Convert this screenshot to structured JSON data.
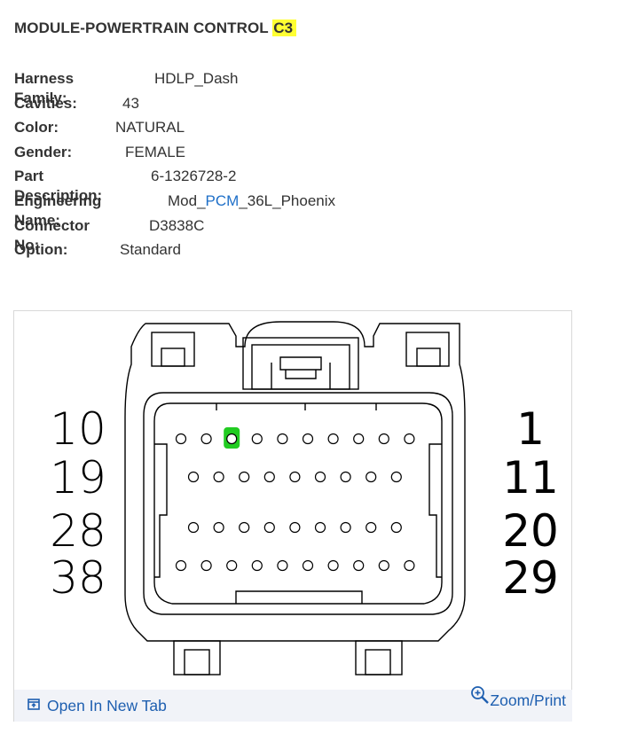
{
  "header": {
    "title_prefix": "MODULE-POWERTRAIN CONTROL",
    "title_connector": "C3"
  },
  "properties": [
    {
      "label": "Harness Family:",
      "value": "HDLP_Dash"
    },
    {
      "label": "Cavities:",
      "value": "43"
    },
    {
      "label": "Color:",
      "value": "NATURAL"
    },
    {
      "label": "Gender:",
      "value": "FEMALE"
    },
    {
      "label": "Part Description:",
      "value": "6-1326728-2"
    },
    {
      "label": "Engineering Name:",
      "value_pre": "Mod_",
      "value_link": "PCM",
      "value_post": "_36L_Phoenix"
    },
    {
      "label": "Connector No:",
      "value": "D3838C"
    },
    {
      "label": "Option:",
      "value": "Standard"
    }
  ],
  "diagram": {
    "left_labels": [
      "10",
      "19",
      "28",
      "38"
    ],
    "right_labels": [
      "1",
      "11",
      "20",
      "29"
    ],
    "highlight_color": "#22cc22",
    "highlighted_pin_row": 1,
    "highlighted_pin_index": 3
  },
  "footer": {
    "open_tab_label": "Open In New Tab",
    "zoom_label": "Zoom/Print"
  },
  "colors": {
    "link": "#1e5fb0",
    "title_highlight": "#ffff33"
  },
  "icons": {
    "open_tab": "open-in-new-tab-icon",
    "zoom": "zoom-in-icon"
  }
}
